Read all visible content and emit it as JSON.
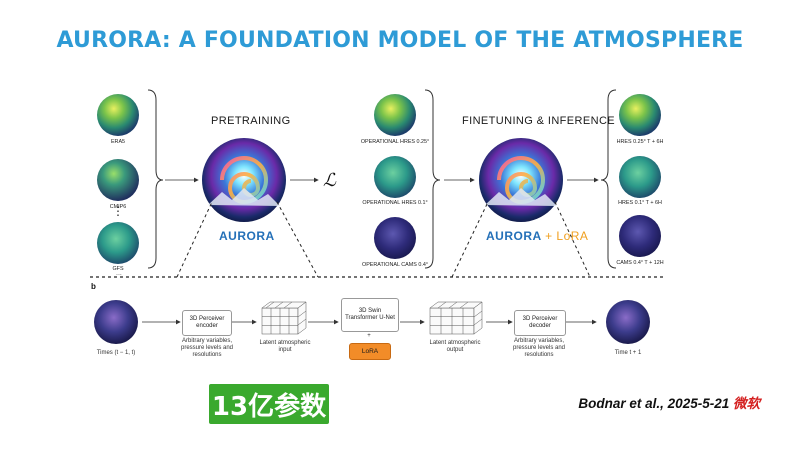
{
  "title": "AURORA: A FOUNDATION MODEL OF THE ATMOSPHERE",
  "panel_a": {
    "pretraining_title": "PRETRAINING",
    "finetuning_title": "FINETUNING & INFERENCE",
    "input_datasets": [
      "ERA5",
      "CMIP6",
      "GFS"
    ],
    "ellipsis": "⋮",
    "loss_symbol": "ℒ",
    "operational_datasets": [
      "OPERATIONAL HRES 0.25°",
      "OPERATIONAL HRES 0.1°",
      "OPERATIONAL CAMS 0.4°"
    ],
    "outputs": [
      "HRES 0.25° T + 6H",
      "HRES 0.1° T + 6H",
      "CAMS 0.4° T + 12H"
    ],
    "model_label": "AURORA",
    "model_label_plus": "+ LoRA",
    "ellipsis_small": "..."
  },
  "panel_b": {
    "label": "b",
    "input_caption": "Times (t − 1, t)",
    "encoder": "3D Perceiver encoder",
    "encoder_note": "Arbitrary variables, pressure levels and resolutions",
    "latent_input": "Latent atmospheric input",
    "unet": "3D Swin Transformer U-Net",
    "plus": "+",
    "lora": "LoRA",
    "latent_output": "Latent atmospheric output",
    "decoder": "3D Perceiver decoder",
    "decoder_note": "Arbitrary variables, pressure levels and resolutions",
    "output_caption": "Time t + 1"
  },
  "badge": "13亿参数",
  "citation": {
    "authors": "Bodnar et al., 2025-5-21",
    "org": "微软"
  },
  "colors": {
    "title": "#2e9bd6",
    "badge": "#3aa92e",
    "lora": "#f28c28",
    "aurora": "#2470b8"
  }
}
